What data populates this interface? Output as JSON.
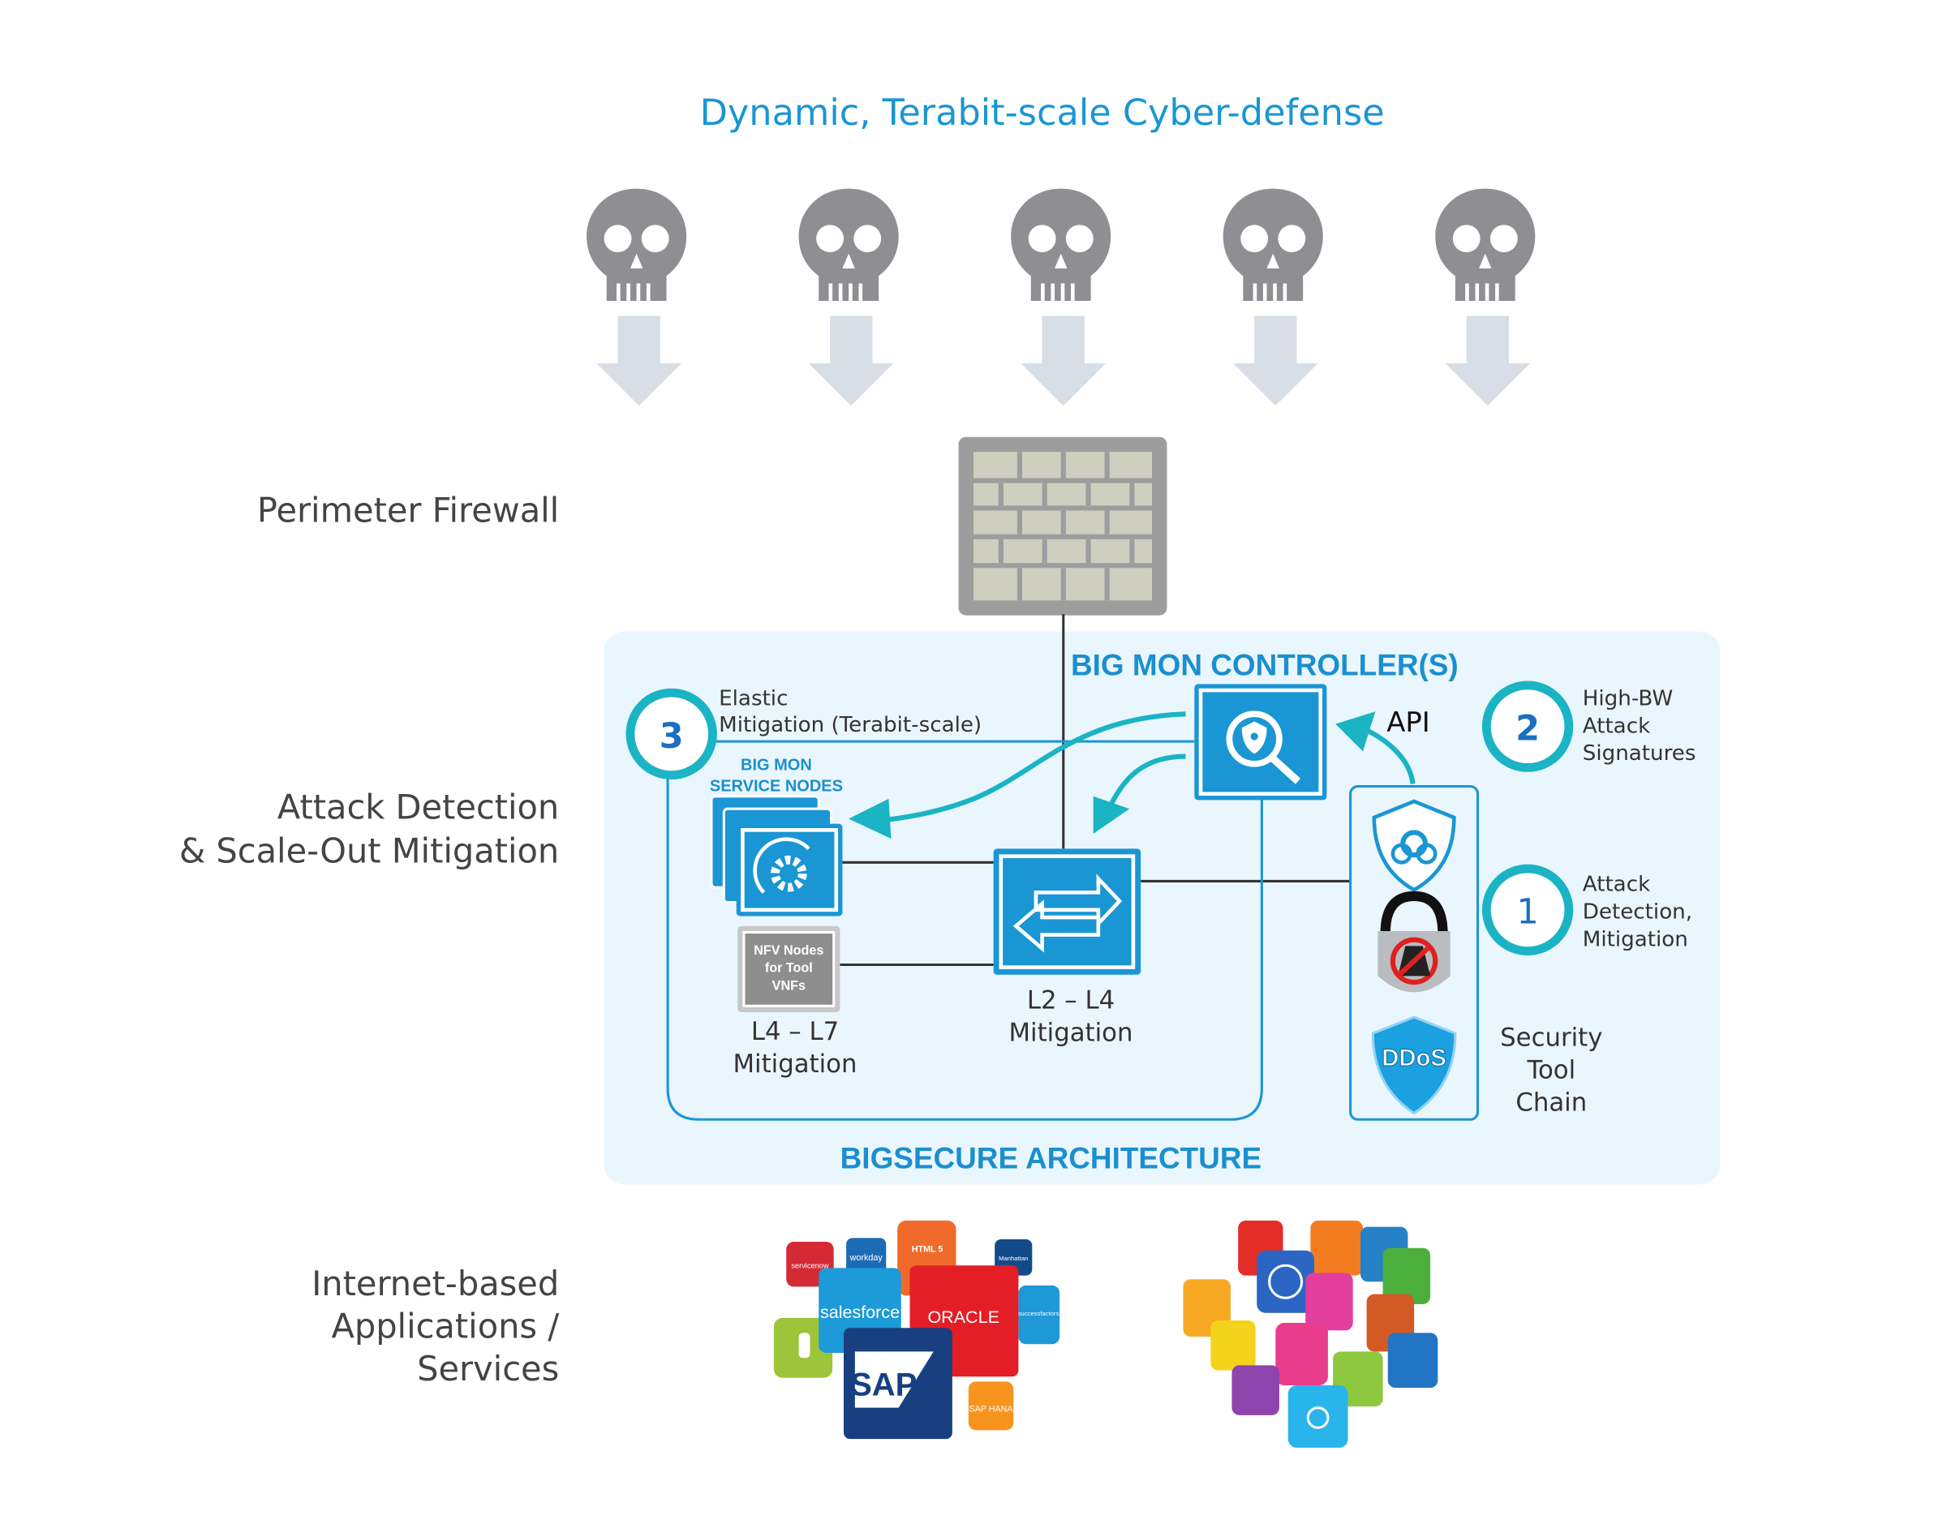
{
  "title": "Dynamic, Terabit-scale Cyber-defense",
  "threats": [
    {
      "icon": "skull-icon"
    },
    {
      "icon": "skull-icon"
    },
    {
      "icon": "skull-icon"
    },
    {
      "icon": "skull-icon"
    },
    {
      "icon": "skull-icon"
    }
  ],
  "layers": {
    "firewall": "Perimeter Firewall",
    "detection_line1": "Attack Detection",
    "detection_line2": "& Scale-Out Mitigation",
    "apps_line1": "Internet-based",
    "apps_line2": "Applications /",
    "apps_line3": "Services"
  },
  "architecture": {
    "title": "BIGSECURE ARCHITECTURE",
    "controller_label": "BIG MON CONTROLLER(S)",
    "api_label": "API",
    "service_nodes_line1": "BIG MON",
    "service_nodes_line2": "SERVICE NODES",
    "nfv_line1": "NFV Nodes",
    "nfv_line2": "for Tool",
    "nfv_line3": "VNFs",
    "l4l7_line1": "L4 – L7",
    "l4l7_line2": "Mitigation",
    "l2l4_line1": "L2 – L4",
    "l2l4_line2": "Mitigation",
    "toolchain_line1": "Security",
    "toolchain_line2": "Tool",
    "toolchain_line3": "Chain",
    "ddos_badge": "DDoS",
    "steps": [
      {
        "number": "1",
        "line1": "Attack",
        "line2": "Detection,",
        "line3": "Mitigation"
      },
      {
        "number": "2",
        "line1": "High-BW",
        "line2": "Attack",
        "line3": "Signatures"
      },
      {
        "number": "3",
        "line1": "Elastic",
        "line2": "Mitigation (Terabit-scale)"
      }
    ]
  },
  "apps": {
    "logos": [
      "servicenow",
      "workday",
      "HTML 5",
      "Manhattan",
      "salesforce",
      "ORACLE",
      "successfactors",
      "SAP",
      "SAP HANA"
    ]
  },
  "colors": {
    "accent": "#1a96d4",
    "teal": "#1ab4c4",
    "panel": "#eaf6fd",
    "skull": "#8f8f93",
    "arrow": "#d8dee6",
    "text": "#444444"
  }
}
